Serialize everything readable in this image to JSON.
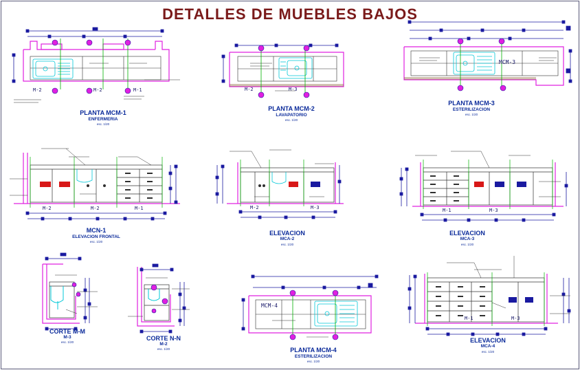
{
  "sheet_title": "DETALLES DE MUEBLES BAJOS",
  "colors": {
    "title": "#7a1a1a",
    "label": "#0a2a9a",
    "outline": "#e020e0",
    "dimension": "#1a1aa0",
    "axis": "#00b000",
    "sink": "#00c8d8",
    "line": "#303030",
    "handle": "#d81818",
    "floor": "#7a5020"
  },
  "drawings": [
    {
      "id": "plan-mcm-1",
      "name": "PLANTA  MCM-1",
      "subtitle": "ENFERMERIA",
      "scale": "esc. 1/20",
      "tags": [
        "M-2",
        "M-2",
        "M-1"
      ]
    },
    {
      "id": "plan-mcm-2",
      "name": "PLANTA  MCM-2",
      "subtitle": "LAVAPATORIO",
      "scale": "esc. 1/20",
      "tags": [
        "M-2",
        "M-3"
      ]
    },
    {
      "id": "plan-mcm-3",
      "name": "PLANTA  MCM-3",
      "subtitle": "ESTERILIZACION",
      "scale": "esc. 1/20",
      "tags": [
        "MCM-3"
      ]
    },
    {
      "id": "elev-mcm-1",
      "name": "MCN-1",
      "subtitle": "ELEVACION  FRONTAL",
      "scale": "esc. 1/20",
      "tags": [
        "M-2",
        "M-2",
        "M-1"
      ]
    },
    {
      "id": "elev-mca-2",
      "name": "ELEVACION",
      "subtitle": "MCA-2",
      "scale": "esc. 1/20",
      "tags": [
        "M-2",
        "M-3"
      ]
    },
    {
      "id": "elev-mca-3",
      "name": "ELEVACION",
      "subtitle": "MCA-3",
      "scale": "esc. 1/20",
      "tags": [
        "M-1",
        "M-3"
      ]
    },
    {
      "id": "section-m-m",
      "name": "CORTE  M-M",
      "subtitle": "M-3",
      "scale": "esc. 1/20",
      "tags": []
    },
    {
      "id": "section-n-n",
      "name": "CORTE  N-N",
      "subtitle": "M-2",
      "scale": "esc. 1/20",
      "tags": []
    },
    {
      "id": "plan-mcm-4",
      "name": "PLANTA  MCM-4",
      "subtitle": "ESTERILIZACION",
      "scale": "esc. 1/20",
      "tags": [
        "MCM-4"
      ]
    },
    {
      "id": "elev-mca-4",
      "name": "ELEVACION",
      "subtitle": "MCA-4",
      "scale": "esc. 1/20",
      "tags": [
        "M-1",
        "M-3"
      ]
    }
  ]
}
